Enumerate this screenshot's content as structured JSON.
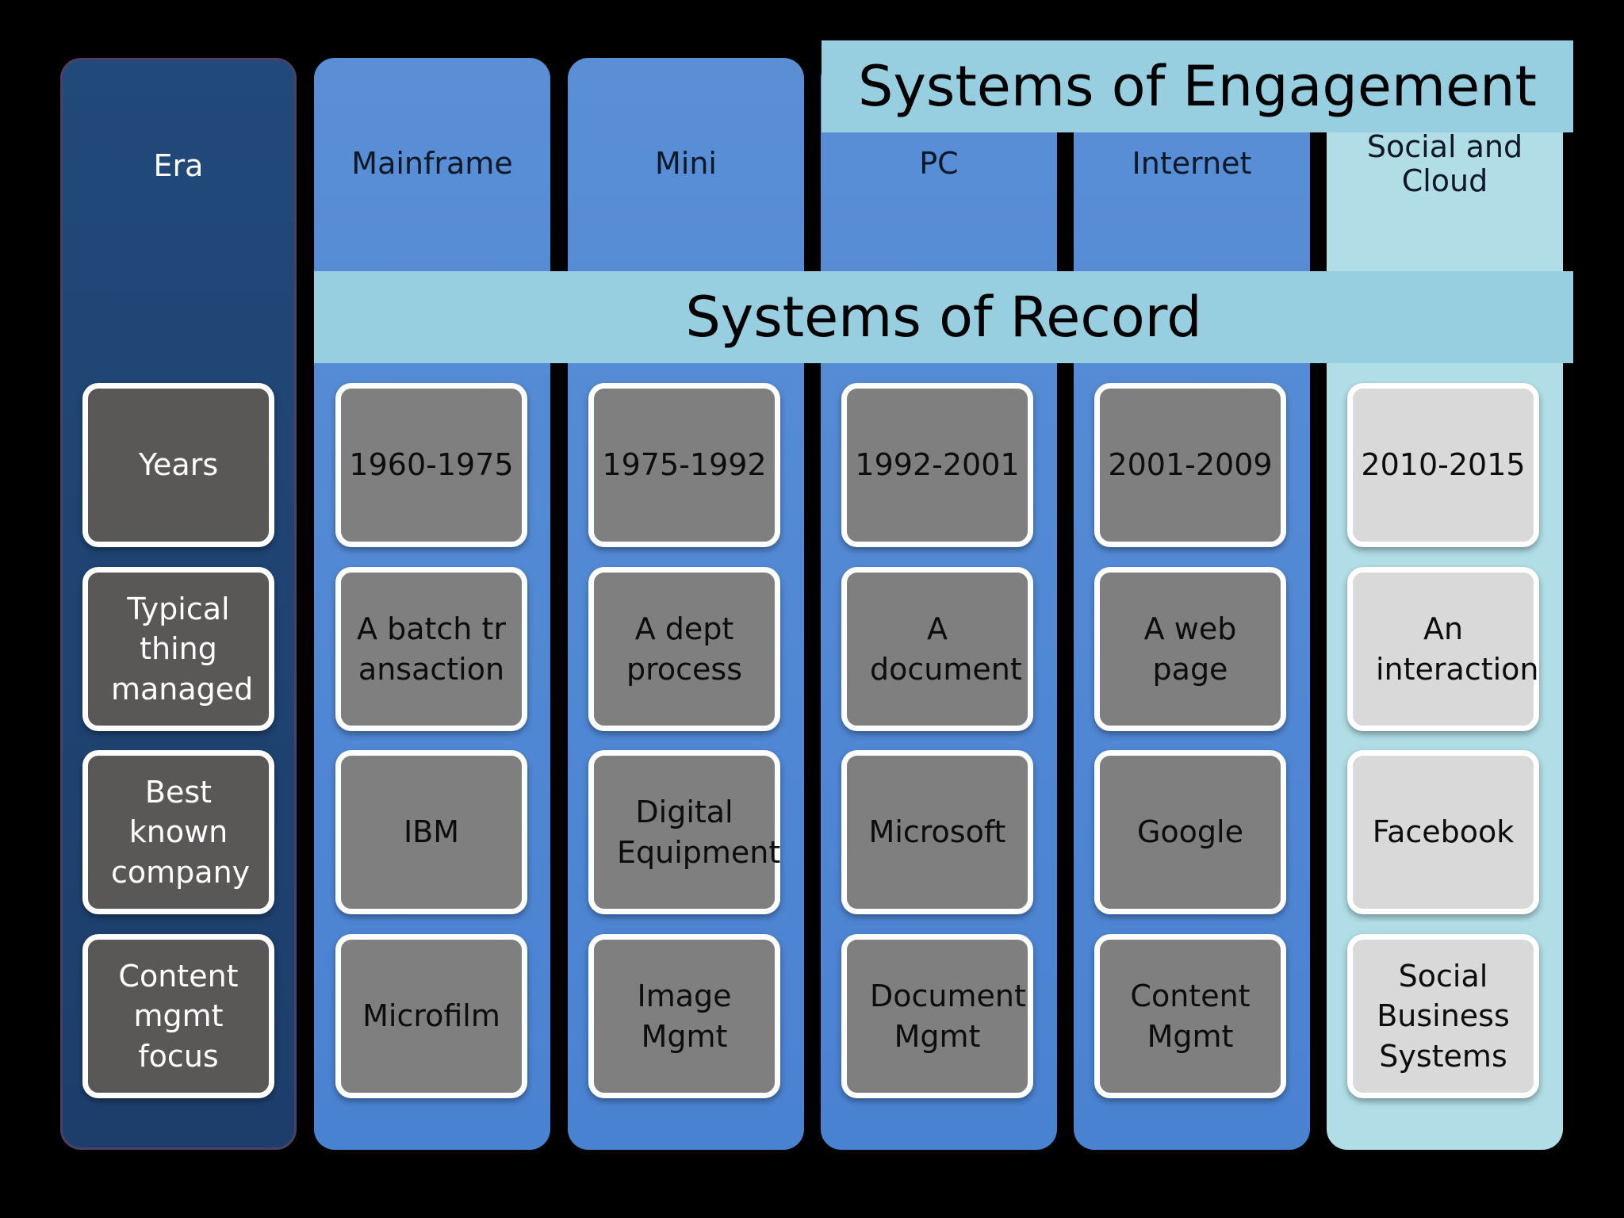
{
  "bands": {
    "engagement": "Systems of Engagement",
    "record": "Systems of Record"
  },
  "columns": [
    {
      "label": "Era",
      "cells": [
        "Years",
        "Typical thing managed",
        "Best known company",
        "Content mgmt focus"
      ]
    },
    {
      "label": "Mainframe",
      "cells": [
        "1960-1975",
        "A batch transaction",
        "IBM",
        "Microfilm"
      ]
    },
    {
      "label": "Mini",
      "cells": [
        "1975-1992",
        "A dept process",
        "Digital Equipment",
        "Image Mgmt"
      ]
    },
    {
      "label": "PC",
      "cells": [
        "1992-2001",
        "A document",
        "Microsoft",
        "Document Mgmt"
      ]
    },
    {
      "label": "Internet",
      "cells": [
        "2001-2009",
        "A web page",
        "Google",
        "Content Mgmt"
      ]
    },
    {
      "label": "Social and Cloud",
      "cells": [
        "2010-2015",
        "An interaction",
        "Facebook",
        "Social Business Systems"
      ]
    }
  ],
  "colors": {
    "era_column": "#1f4472",
    "era_column_border": "#4f3f66",
    "system_column": "#4f87d3",
    "social_column": "#b1dde6",
    "band": "#97cfe0",
    "era_cell": "#5a5757",
    "system_cell": "#7f7f7f",
    "social_cell": "#d9d9d9",
    "cell_border": "#ffffff"
  }
}
